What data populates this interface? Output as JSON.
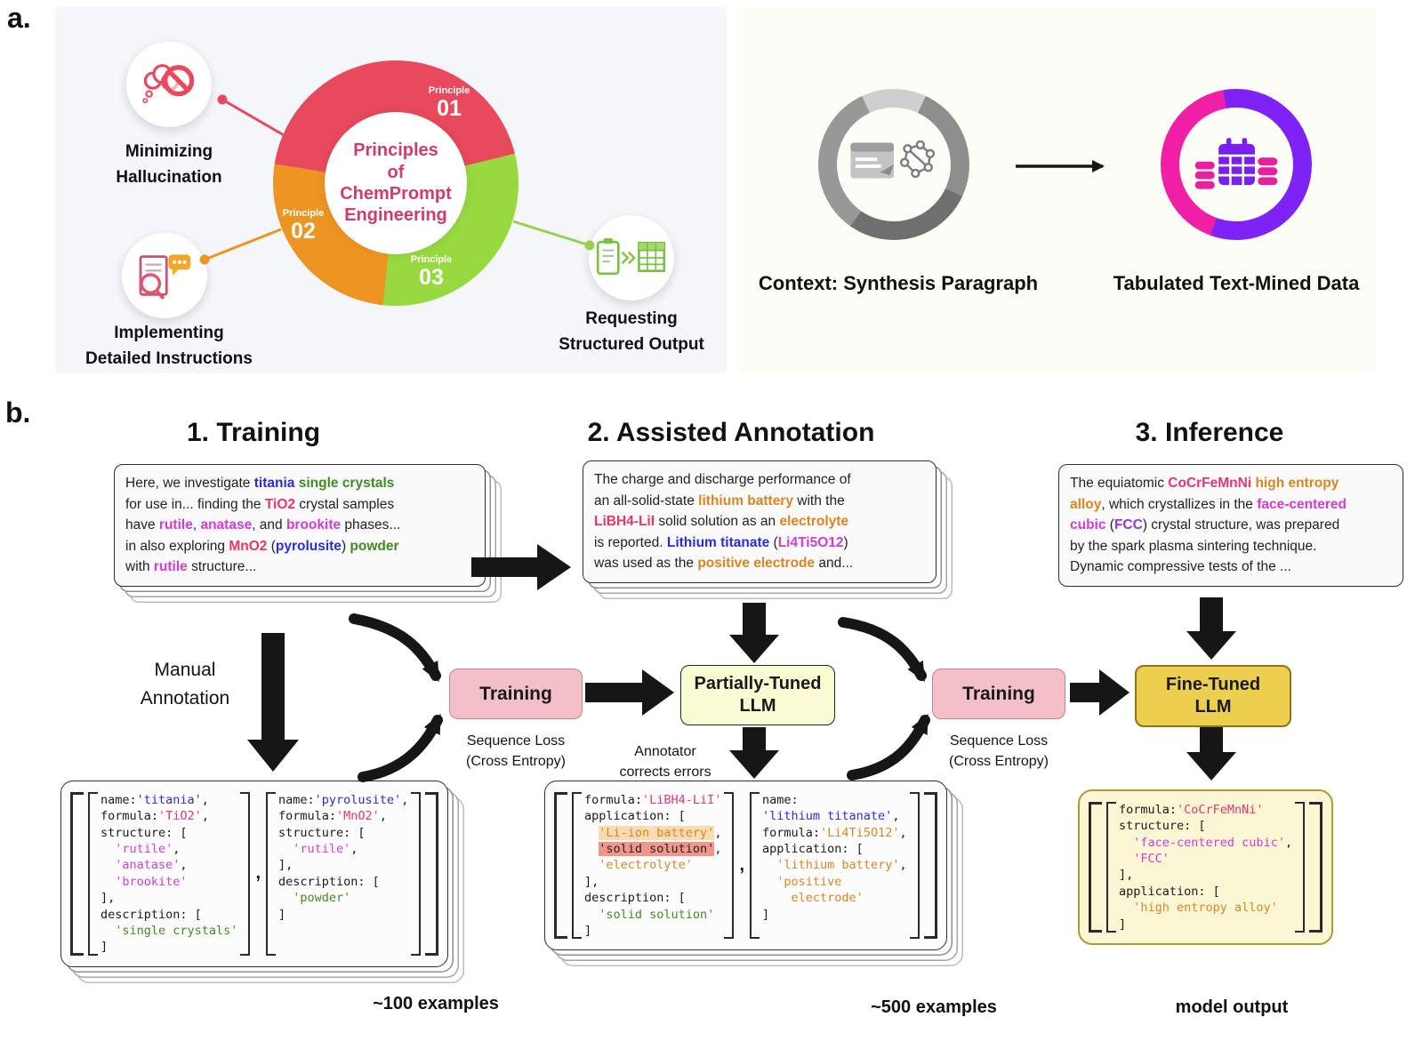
{
  "palette": {
    "red": "#e8495c",
    "green": "#97d93f",
    "orange": "#ee9422",
    "pink_title": "#d23a6e",
    "entity_blue": "#2b2be0",
    "entity_green": "#3e8e22",
    "entity_red": "#e8356b",
    "entity_magenta": "#d43bd4",
    "entity_orange": "#dd8420",
    "entity_purple": "#9434e0",
    "highlight_error": "#f2968c",
    "train_box": "#f3bfc9",
    "partial_box": "#fafbd2",
    "fine_box": "#eccf4e",
    "purple_ring": "#7e22f5",
    "magenta_ring": "#f01fa6"
  },
  "panel_a": {
    "label": "a.",
    "donut": {
      "center_lines": [
        "Principles",
        "of",
        "ChemPrompt",
        "Engineering"
      ],
      "p1_small": "Principle",
      "p1_big": "01",
      "p2_small": "Principle",
      "p2_big": "02",
      "p3_small": "Principle",
      "p3_big": "03"
    },
    "callout_hallucination": [
      "Minimizing",
      "Hallucination"
    ],
    "callout_instructions": [
      "Implementing",
      "Detailed Instructions"
    ],
    "callout_output": [
      "Requesting",
      "Structured Output"
    ],
    "context_label": "Context: Synthesis Paragraph",
    "result_label": "Tabulated Text-Mined Data"
  },
  "panel_b": {
    "label": "b.",
    "headers": [
      "1. Training",
      "2. Assisted Annotation",
      "3. Inference"
    ],
    "manual_annotation": [
      "Manual",
      "Annotation"
    ],
    "training_label_1": "Training",
    "training_label_2": "Training",
    "seq_loss_1": [
      "Sequence Loss",
      "(Cross Entropy)"
    ],
    "seq_loss_2": [
      "Sequence Loss",
      "(Cross Entropy)"
    ],
    "partially_tuned": [
      "Partially-Tuned",
      "LLM"
    ],
    "fine_tuned": [
      "Fine-Tuned",
      "LLM"
    ],
    "annotator_corrects": [
      "Annotator",
      "corrects errors"
    ],
    "captions": {
      "ex100": "~100 examples",
      "ex500": "~500 examples",
      "model_output": "model output"
    },
    "comma": ",",
    "snippets": {
      "training": [
        [
          [
            "Here, we investigate ",
            ""
          ],
          [
            "titania",
            "b"
          ],
          [
            " ",
            ""
          ],
          [
            "single crystals",
            "g"
          ]
        ],
        [
          [
            "for use in... finding the ",
            ""
          ],
          [
            "TiO2",
            "r"
          ],
          [
            " crystal samples",
            ""
          ]
        ],
        [
          [
            "have ",
            ""
          ],
          [
            "rutile",
            "m"
          ],
          [
            ", ",
            ""
          ],
          [
            "anatase",
            "m"
          ],
          [
            ", and ",
            ""
          ],
          [
            "brookite",
            "m"
          ],
          [
            " phases...",
            ""
          ]
        ],
        [
          [
            "in also exploring ",
            ""
          ],
          [
            "MnO2",
            "r"
          ],
          [
            " (",
            ""
          ],
          [
            "pyrolusite",
            "b"
          ],
          [
            ") ",
            ""
          ],
          [
            "powder",
            "g"
          ]
        ],
        [
          [
            "with ",
            ""
          ],
          [
            "rutile",
            "m"
          ],
          [
            " structure...",
            ""
          ]
        ]
      ],
      "assisted": [
        [
          [
            "The charge and discharge performance of",
            ""
          ]
        ],
        [
          [
            "an all-solid-state ",
            ""
          ],
          [
            "lithium battery",
            "o"
          ],
          [
            " with the",
            ""
          ]
        ],
        [
          [
            "LiBH4-LiI",
            "r"
          ],
          [
            " solid solution as an ",
            ""
          ],
          [
            "electrolyte",
            "o"
          ]
        ],
        [
          [
            "is reported. ",
            ""
          ],
          [
            "Lithium titanate",
            "b"
          ],
          [
            " (",
            ""
          ],
          [
            "Li4Ti5O12",
            "m"
          ],
          [
            ")",
            ""
          ]
        ],
        [
          [
            "was used as the ",
            ""
          ],
          [
            "positive electrode",
            "o"
          ],
          [
            " and...",
            ""
          ]
        ]
      ],
      "inference": [
        [
          [
            "The equiatomic ",
            ""
          ],
          [
            "CoCrFeMnNi",
            "r"
          ],
          [
            " ",
            ""
          ],
          [
            "high entropy",
            "o"
          ]
        ],
        [
          [
            "alloy",
            "o"
          ],
          [
            ", which crystallizes in the ",
            ""
          ],
          [
            "face-centered",
            "m"
          ]
        ],
        [
          [
            "cubic",
            "m"
          ],
          [
            " (",
            ""
          ],
          [
            "FCC",
            "p"
          ],
          [
            ") crystal structure, was prepared",
            ""
          ]
        ],
        [
          [
            "by the spark plasma sintering technique.",
            ""
          ]
        ],
        [
          [
            "Dynamic compressive tests of the ...",
            ""
          ]
        ]
      ]
    },
    "code": {
      "titania": [
        [
          [
            "name:",
            ""
          ],
          [
            "'titania'",
            "b"
          ],
          [
            ",",
            ""
          ]
        ],
        [
          [
            "formula:",
            ""
          ],
          [
            "'TiO2'",
            "r"
          ],
          [
            ",",
            ""
          ]
        ],
        [
          [
            "structure: [",
            ""
          ]
        ],
        [
          [
            "  ",
            ""
          ],
          [
            "'rutile'",
            "m"
          ],
          [
            ",",
            ""
          ]
        ],
        [
          [
            "  ",
            ""
          ],
          [
            "'anatase'",
            "m"
          ],
          [
            ",",
            ""
          ]
        ],
        [
          [
            "  ",
            ""
          ],
          [
            "'brookite'",
            "m"
          ]
        ],
        [
          [
            "],",
            ""
          ]
        ],
        [
          [
            "description: [",
            ""
          ]
        ],
        [
          [
            "  ",
            ""
          ],
          [
            "'single crystals'",
            "g"
          ]
        ],
        [
          [
            "]",
            ""
          ]
        ]
      ],
      "pyrolusite": [
        [
          [
            "name:",
            ""
          ],
          [
            "'pyrolusite'",
            "b"
          ],
          [
            ",",
            ""
          ]
        ],
        [
          [
            "formula:",
            ""
          ],
          [
            "'MnO2'",
            "r"
          ],
          [
            ",",
            ""
          ]
        ],
        [
          [
            "structure: [",
            ""
          ]
        ],
        [
          [
            "  ",
            ""
          ],
          [
            "'rutile'",
            "m"
          ],
          [
            ",",
            ""
          ]
        ],
        [
          [
            "],",
            ""
          ]
        ],
        [
          [
            "description: [",
            ""
          ]
        ],
        [
          [
            "  ",
            ""
          ],
          [
            "'powder'",
            "g"
          ]
        ],
        [
          [
            "]",
            ""
          ]
        ]
      ],
      "libh4": [
        [
          [
            "formula:",
            ""
          ],
          [
            "'LiBH4-LiI'",
            "r"
          ]
        ],
        [
          [
            "application: [",
            ""
          ]
        ],
        [
          [
            "  ",
            ""
          ],
          [
            "'Li-ion battery'",
            "ho"
          ],
          [
            ",",
            ""
          ]
        ],
        [
          [
            "  ",
            ""
          ],
          [
            "'solid solution'",
            "hl"
          ],
          [
            ",",
            ""
          ]
        ],
        [
          [
            "  ",
            ""
          ],
          [
            "'electrolyte'",
            "o"
          ]
        ],
        [
          [
            "],",
            ""
          ]
        ],
        [
          [
            "description: [",
            ""
          ]
        ],
        [
          [
            "  ",
            ""
          ],
          [
            "'solid solution'",
            "g"
          ]
        ],
        [
          [
            "]",
            ""
          ]
        ]
      ],
      "titanate": [
        [
          [
            "name:",
            ""
          ]
        ],
        [
          [
            "'lithium titanate'",
            "b"
          ],
          [
            ",",
            ""
          ]
        ],
        [
          [
            "formula:",
            ""
          ],
          [
            "'Li4Ti5O12'",
            "o"
          ],
          [
            ",",
            ""
          ]
        ],
        [
          [
            "application: [",
            ""
          ]
        ],
        [
          [
            "  ",
            ""
          ],
          [
            "'lithium battery'",
            "o"
          ],
          [
            ",",
            ""
          ]
        ],
        [
          [
            "  ",
            ""
          ],
          [
            "'positive",
            "o"
          ]
        ],
        [
          [
            "    electrode'",
            "o"
          ]
        ],
        [
          [
            "]",
            ""
          ]
        ]
      ],
      "model_output": [
        [
          [
            "formula:",
            ""
          ],
          [
            "'CoCrFeMnNi'",
            "r"
          ]
        ],
        [
          [
            "structure: [",
            ""
          ]
        ],
        [
          [
            "  ",
            ""
          ],
          [
            "'face-centered cubic'",
            "m"
          ],
          [
            ",",
            ""
          ]
        ],
        [
          [
            "  ",
            ""
          ],
          [
            "'FCC'",
            "m"
          ]
        ],
        [
          [
            "],",
            ""
          ]
        ],
        [
          [
            "application: [",
            ""
          ]
        ],
        [
          [
            "  ",
            ""
          ],
          [
            "'high entropy alloy'",
            "o"
          ]
        ],
        [
          [
            "]",
            ""
          ]
        ]
      ]
    }
  }
}
